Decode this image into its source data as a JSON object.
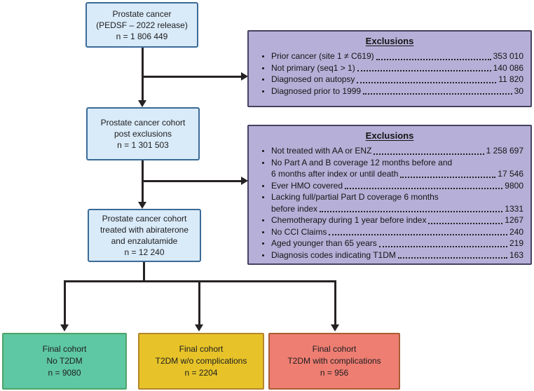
{
  "flow": {
    "box1": {
      "lines": [
        "Prostate cancer",
        "(PEDSF – 2022 release)",
        "n = 1 806 449"
      ]
    },
    "box2": {
      "lines": [
        "Prostate cancer cohort",
        "post exclusions",
        "n = 1 301 503"
      ]
    },
    "box3": {
      "lines": [
        "Prostate cancer cohort",
        "treated with abiraterone",
        "and enzalutamide",
        "n = 12 240"
      ]
    },
    "final1": {
      "lines": [
        "Final cohort",
        "No T2DM",
        "n = 9080"
      ]
    },
    "final2": {
      "lines": [
        "Final cohort",
        "T2DM w/o complications",
        "n = 2204"
      ]
    },
    "final3": {
      "lines": [
        "Final cohort",
        "T2DM with complications",
        "n = 956"
      ]
    }
  },
  "exclusions1": {
    "title": "Exclusions",
    "items": [
      {
        "text": "Prior cancer (site 1 ≠ C619)",
        "value": "353 010"
      },
      {
        "text": "Not primary (seq1 > 1)",
        "value": "140 086"
      },
      {
        "text": "Diagnosed on autopsy",
        "value": "11 820"
      },
      {
        "text": "Diagnosed prior to 1999",
        "value": "30"
      }
    ]
  },
  "exclusions2": {
    "title": "Exclusions",
    "items": [
      {
        "text": "Not treated with AA or ENZ",
        "value": "1 258 697"
      },
      {
        "pre": "No Part A and B coverage 12 months before and",
        "text": "6 months after index or until death",
        "value": "17 546"
      },
      {
        "text": "Ever HMO covered",
        "value": "9800"
      },
      {
        "pre": "Lacking full/partial Part D coverage 6 months",
        "text": "before index",
        "value": "1331"
      },
      {
        "text": "Chemotherapy during 1 year before index",
        "value": "1267"
      },
      {
        "text": "No CCI Claims",
        "value": "240"
      },
      {
        "text": "Aged younger than 65 years",
        "value": "219"
      },
      {
        "text": "Diagnosis codes indicating T1DM",
        "value": "163"
      }
    ]
  },
  "colors": {
    "box_blue": "#d9eaf8",
    "box_blue_border": "#3a6b97",
    "purple": "#b6b0d8",
    "purple_border": "#454260",
    "green": "#5ec7a3",
    "green_border": "#4fa469",
    "yellow": "#e7c329",
    "yellow_border": "#b5862c",
    "red": "#ee7e72",
    "red_border": "#aa5c33",
    "line": "#262223"
  }
}
